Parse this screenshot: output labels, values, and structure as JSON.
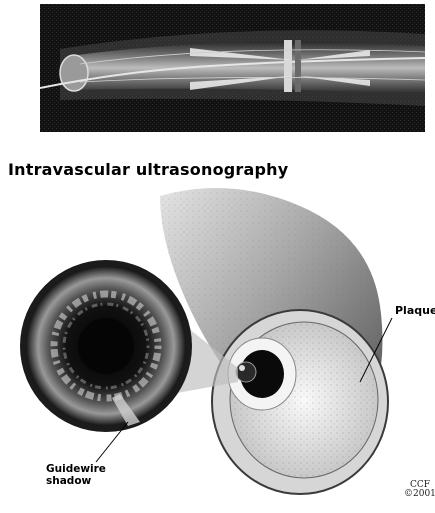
{
  "title": "Intravascular ultrasonography",
  "labels": {
    "plaque": "Plaque",
    "guidewire_shadow_line1": "Guidewire",
    "guidewire_shadow_line2": "shadow"
  },
  "credit": {
    "line1": "CCF",
    "line2": "©2001"
  },
  "colors": {
    "catheter_background": "#1a1a1a",
    "vessel_shading": "#9a9a9a",
    "lumen": "#0a0a0a"
  }
}
